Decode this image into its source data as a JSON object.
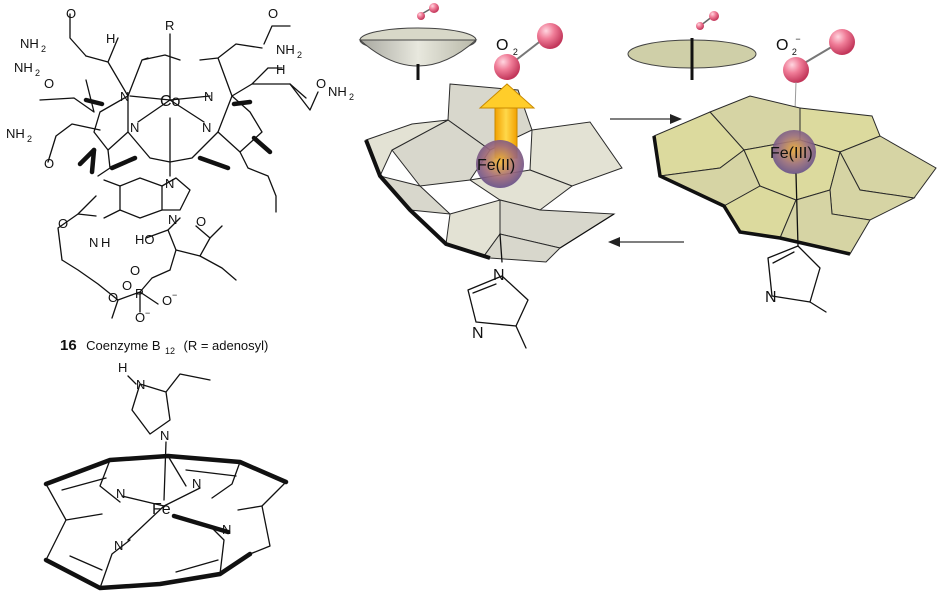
{
  "coenzyme": {
    "label_number": "16",
    "label_name": "Coenzyme B",
    "label_subscript": "12",
    "label_note": "(R = adenosyl)",
    "r_group": "R",
    "metal": "Co",
    "atoms": {
      "amide": "NH",
      "amide_sub": "2",
      "nitrogen": "N",
      "oxygen": "O",
      "hydroxy": "HO",
      "phosphorus": "P",
      "oxide": "O",
      "oxide_charge": "−",
      "amine_h": "H",
      "amine": "N"
    }
  },
  "heme_structure": {
    "metal": "Fe",
    "nitrogen": "N",
    "hydrogen": "H"
  },
  "heme_states": {
    "deoxy_metal": "Fe(II)",
    "oxy_metal": "Fe(III)",
    "o2_label": "O",
    "o2_sub": "2",
    "superoxide_label": "O",
    "superoxide_sub": "2",
    "superoxide_charge": "−",
    "histidine_n": "N"
  },
  "colors": {
    "oxygen_atom": "#e8557a",
    "iron_ii": "#7a5a8c",
    "arrow_accent": "#f5b800",
    "ring_left": "#d8d7cc",
    "ring_right": "#d6d4a4",
    "dish_fill": "#cfcfa8"
  },
  "icons": [
    "oxygen-molecule-icon",
    "spin-dish-icon",
    "up-arrow-icon",
    "forward-arrow-icon",
    "reverse-arrow-icon"
  ]
}
